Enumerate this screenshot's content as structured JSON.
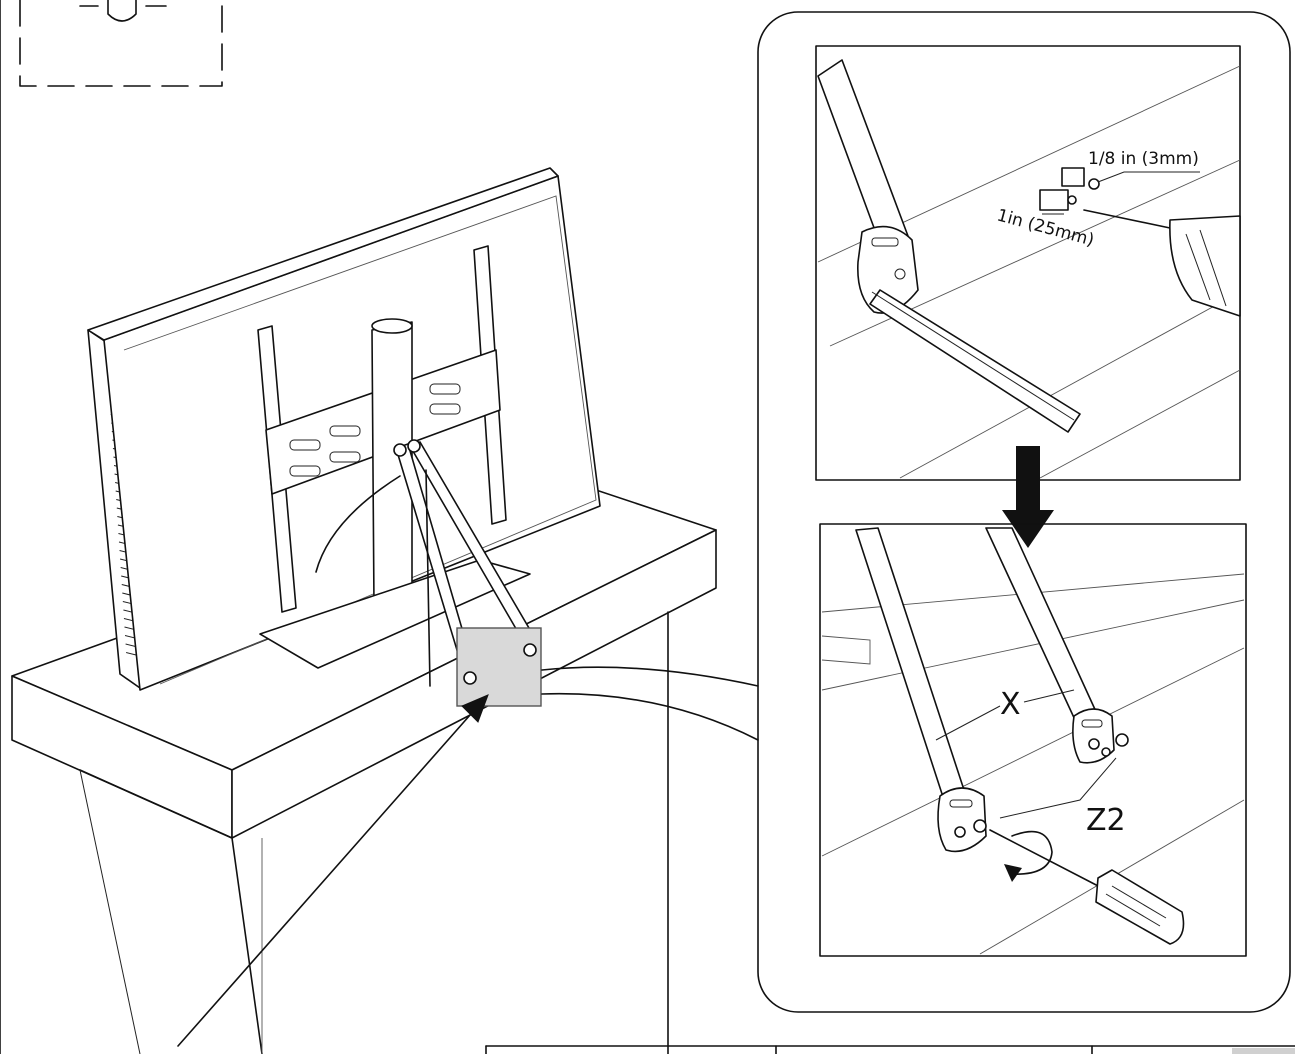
{
  "labels": {
    "drill_hole_diameter": "1/8 in (3mm)",
    "drill_hole_depth": "1in (25mm)",
    "strap_part": "X",
    "screw_part": "Z2"
  },
  "colors": {
    "line": "#111111",
    "highlight": "#d9d9d9",
    "background": "#ffffff"
  },
  "icons": {
    "top_panel_tool": "drill-icon",
    "bottom_panel_tool": "screwdriver-icon",
    "step_arrow": "arrow-down-icon",
    "rotation": "rotate-clockwise-icon"
  }
}
